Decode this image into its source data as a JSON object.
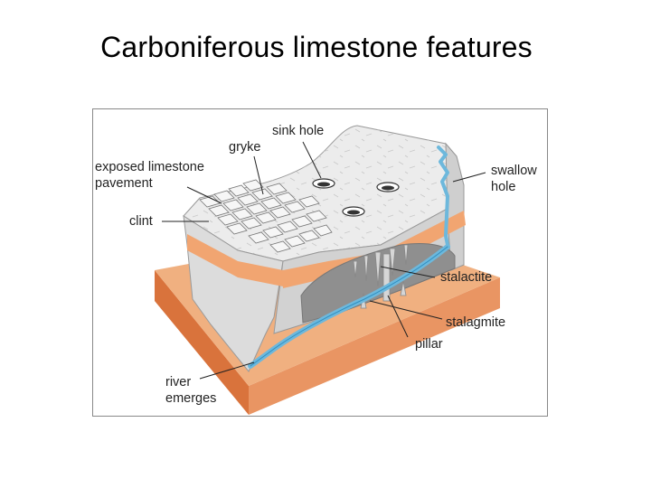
{
  "title": "Carboniferous limestone features",
  "labels": {
    "exposed_pavement": [
      "exposed limestone",
      "pavement"
    ],
    "clint": "clint",
    "gryke": "gryke",
    "sink_hole": "sink hole",
    "swallow_hole": [
      "swallow",
      "hole"
    ],
    "stalactite": "stalactite",
    "stalagmite": "stalagmite",
    "pillar": "pillar",
    "river_emerges": [
      "river",
      "emerges"
    ]
  },
  "colors": {
    "limestone": "#e6e6e6",
    "limestone_shade": "#b9b9b9",
    "shale_band": "#f1a571",
    "bedrock": "#e0864f",
    "water": "#6db8dc",
    "frame": "#888888"
  }
}
